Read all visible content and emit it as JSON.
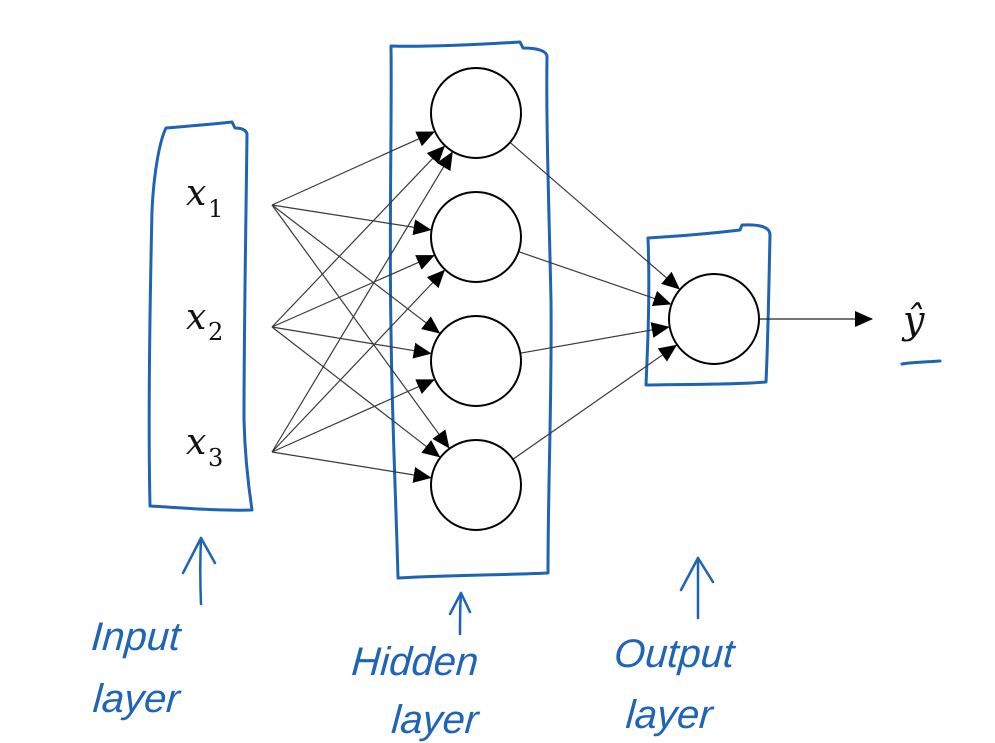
{
  "colors": {
    "ink_blue": "#1f63b4",
    "edge": "#3a3a3a",
    "node": "#000000",
    "background": "#ffffff"
  },
  "diagram": {
    "title": "",
    "inputs": [
      {
        "var": "x",
        "sub": "1"
      },
      {
        "var": "x",
        "sub": "2"
      },
      {
        "var": "x",
        "sub": "3"
      }
    ],
    "hidden_units": 4,
    "output_units": 1,
    "output_label": "ŷ",
    "edges": [
      [
        "x1",
        "h1"
      ],
      [
        "x1",
        "h2"
      ],
      [
        "x1",
        "h3"
      ],
      [
        "x1",
        "h4"
      ],
      [
        "x2",
        "h1"
      ],
      [
        "x2",
        "h2"
      ],
      [
        "x2",
        "h3"
      ],
      [
        "x2",
        "h4"
      ],
      [
        "x3",
        "h1"
      ],
      [
        "x3",
        "h2"
      ],
      [
        "x3",
        "h3"
      ],
      [
        "x3",
        "h4"
      ],
      [
        "h1",
        "o1"
      ],
      [
        "h2",
        "o1"
      ],
      [
        "h3",
        "o1"
      ],
      [
        "h4",
        "o1"
      ],
      [
        "o1",
        "yhat"
      ]
    ],
    "layer_labels": {
      "input": [
        "Input",
        "layer"
      ],
      "hidden": [
        "Hidden",
        "layer"
      ],
      "output": [
        "Output",
        "layer"
      ]
    }
  }
}
